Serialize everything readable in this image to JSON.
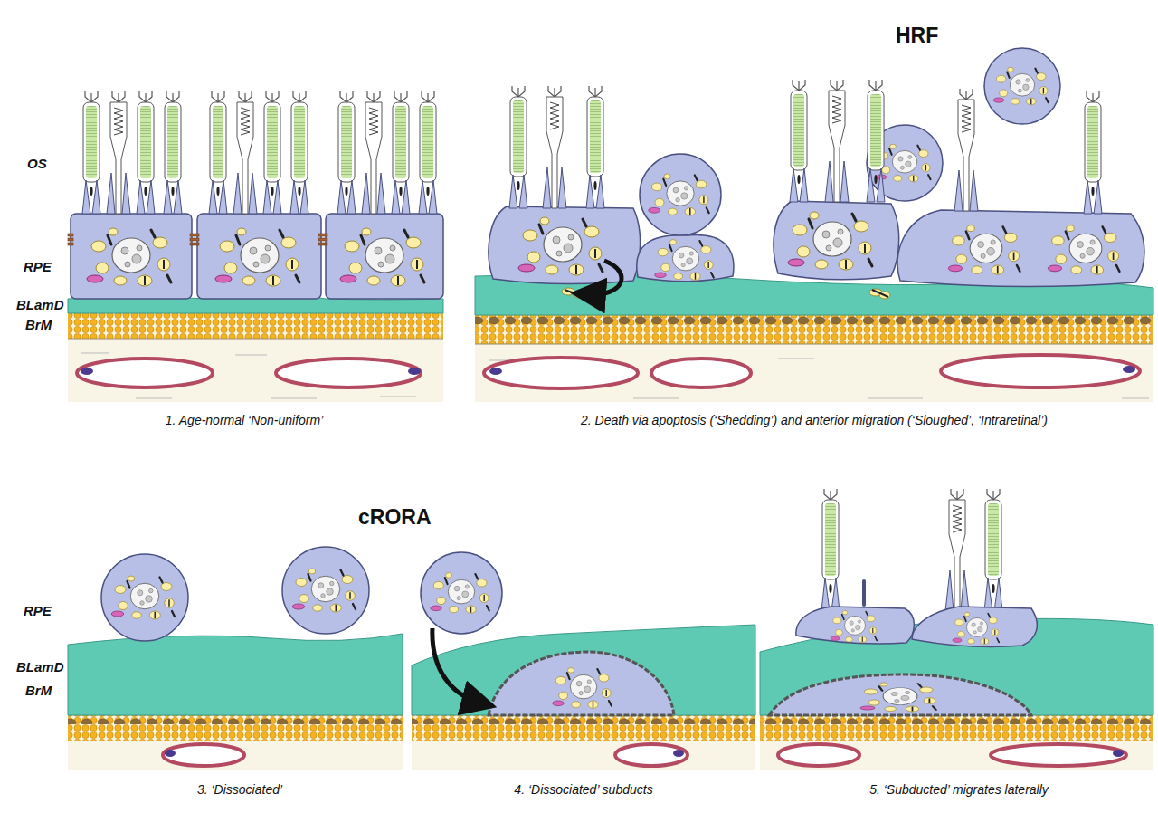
{
  "diagram": {
    "labels": [
      "OS",
      "RPE",
      "BLamD",
      "BrM",
      "HRF",
      "1. Age-normal ‘Non-uniform’",
      "2. Death via apoptosis (‘Shedding’) and anterior migration (‘Sloughed’, ‘Intraretinal’)",
      "cRORA",
      "RPE",
      "BLamD",
      "BrM",
      "3. ‘Dissociated’",
      "4. ‘Dissociated’ subducts",
      "5. ‘Subducted’ migrates laterally"
    ]
  }
}
